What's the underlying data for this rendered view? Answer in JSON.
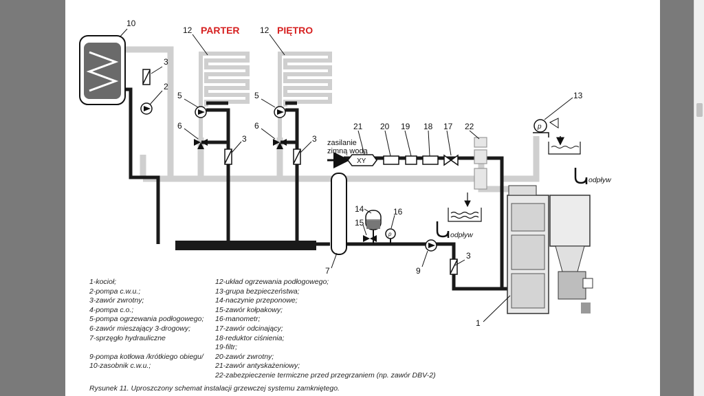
{
  "diagram": {
    "label_parter": "PARTER",
    "label_pietro": "PIĘTRO",
    "label_supply": "zasilanie",
    "label_supply2": "zimną wodą",
    "label_xy": "XY",
    "label_drain": "odpływ",
    "label_pump_p": "p",
    "numbers": {
      "n10": "10",
      "n12a": "12",
      "n12b": "12",
      "n3a": "3",
      "n2": "2",
      "n5a": "5",
      "n5b": "5",
      "n6a": "6",
      "n6b": "6",
      "n3b": "3",
      "n3c": "3",
      "n21": "21",
      "n20": "20",
      "n19": "19",
      "n18": "18",
      "n17": "17",
      "n22": "22",
      "n13": "13",
      "n14": "14",
      "n15": "15",
      "n16": "16",
      "n7": "7",
      "n9": "9",
      "n3d": "3",
      "n1": "1"
    },
    "colors": {
      "hot_pipe": "#1a1a1a",
      "return_pipe": "#cfcfcf",
      "highlight": "#d62020"
    }
  },
  "legend": {
    "col_a": [
      "1-kocioł;",
      "2-pompa c.w.u.;",
      "3-zawór zwrotny;",
      "4-pompa c.o.;",
      "5-pompa ogrzewania podłogowego;",
      "6-zawór mieszający 3-drogowy;",
      "7-sprzęgło hydrauliczne",
      "",
      "9-pompa kotłowa /krótkiego obiegu/",
      "10-zasobnik c.w.u.;"
    ],
    "col_b": [
      "12-układ ogrzewania podłogowego;",
      "13-grupa bezpieczeństwa;",
      "14-naczynie przeponowe;",
      "15-zawór kołpakowy;",
      "16-manometr;",
      "17-zawór odcinający;",
      "18-reduktor ciśnienia;",
      "19-filtr;",
      "20-zawór zwrotny;",
      "21-zawór antyskażeniowy;",
      "22-zabezpieczenie termiczne przed przegrzaniem (np. zawór DBV-2)"
    ]
  },
  "caption": "Rysunek 11. Uproszczony schemat instalacji grzewczej systemu zamkniętego."
}
